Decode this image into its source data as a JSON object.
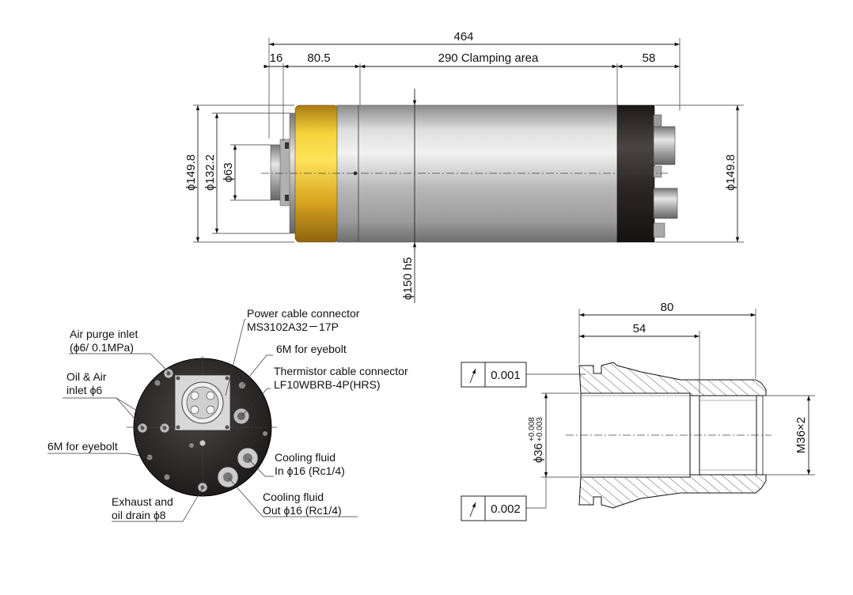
{
  "top_view": {
    "dim_total": "464",
    "dim_seg1": "16",
    "dim_seg2": "80.5",
    "dim_seg3": "290 Clamping area",
    "dim_seg4": "58",
    "dia_left_outer": "ϕ149.8",
    "dia_left_mid": "ϕ132.2",
    "dia_left_inner": "ϕ63",
    "dia_right": "ϕ149.8",
    "dia_body": "ϕ150 h5"
  },
  "rear_view": {
    "power_connector_line1": "Power cable connector",
    "power_connector_line2": "MS3102A32－17P",
    "air_purge_line1": "Air purge inlet",
    "air_purge_line2": "(ϕ6/ 0.1MPa)",
    "eyebolt_top": "6M for eyebolt",
    "thermistor_line1": "Thermistor cable connector",
    "thermistor_line2": "LF10WBRB-4P(HRS)",
    "oil_air_line1": "Oil & Air",
    "oil_air_line2": "inlet  ϕ6",
    "eyebolt_left": "6M for eyebolt",
    "cooling_in_line1": "Cooling fluid",
    "cooling_in_line2": "In  ϕ16 (Rc1/4)",
    "exhaust_line1": "Exhaust and",
    "exhaust_line2": "oil drain  ϕ8",
    "cooling_out_line1": "Cooling fluid",
    "cooling_out_line2": "Out  ϕ16 (Rc1/4)"
  },
  "section_view": {
    "dim_80": "80",
    "dim_54": "54",
    "runout_top": "0.001",
    "runout_bottom": "0.002",
    "bore_dia": "ϕ36",
    "tol_upper": "+0.008",
    "tol_lower": "+0.003",
    "thread": "M36×2"
  },
  "colors": {
    "gold": "#d9a520",
    "body_gray": "#b8b8b8",
    "cap_dark": "#2a2524"
  }
}
